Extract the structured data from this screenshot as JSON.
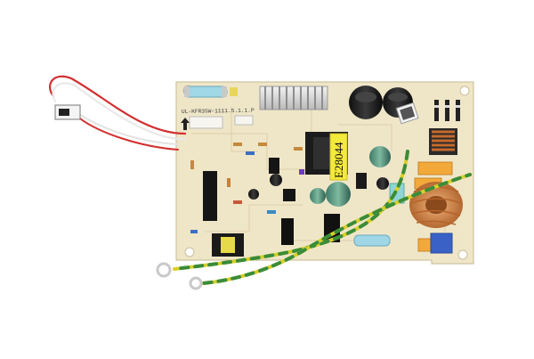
{
  "image": {
    "subject": "printed circuit board",
    "background_color": "#ffffff",
    "board_color": "#efe6c8",
    "trace_color": "#d9c9a0"
  },
  "labels": {
    "board_code": "UL-KFR35W-1111.5.1.1.P",
    "sticker_code": "E28044"
  }
}
